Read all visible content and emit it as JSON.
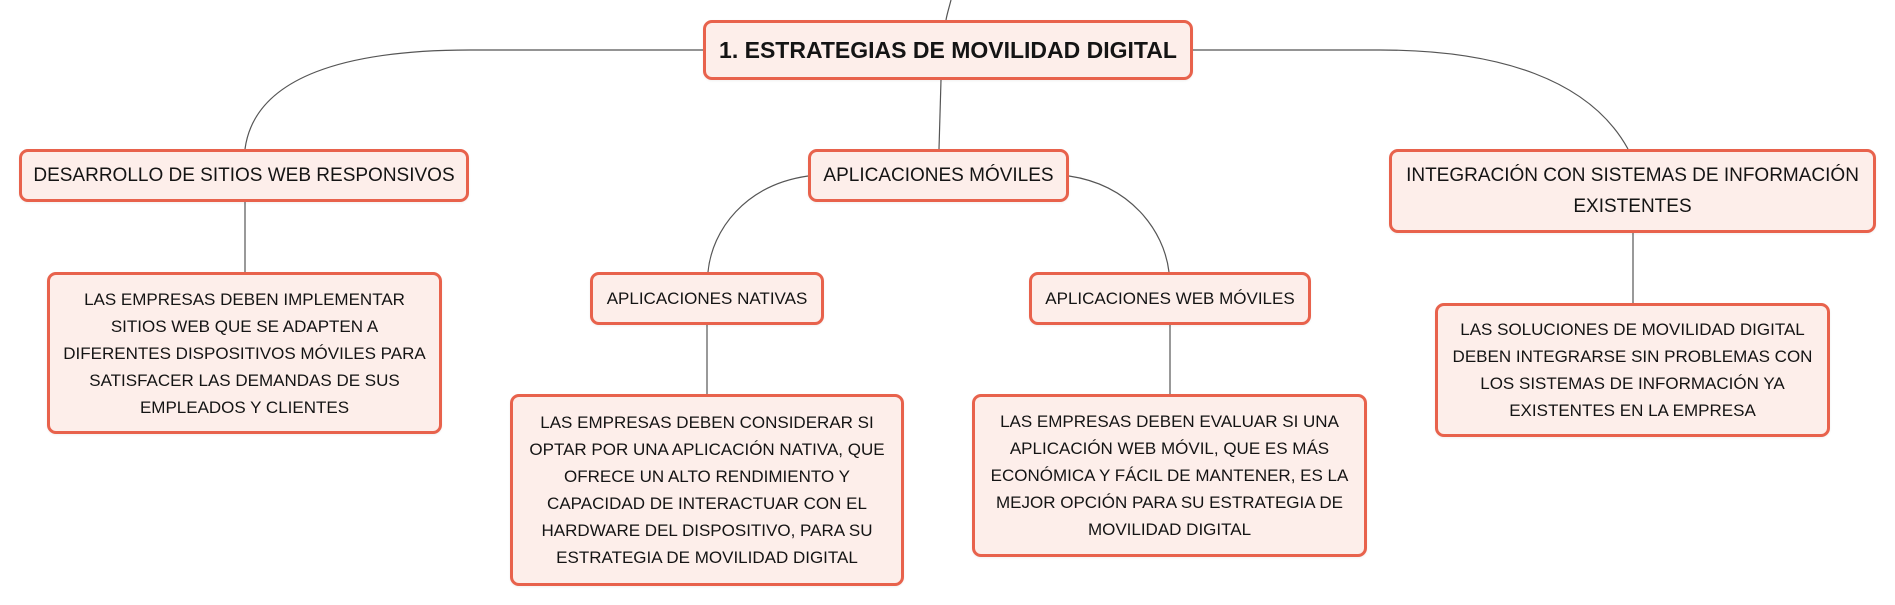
{
  "colors": {
    "node_fill": "#fdeeea",
    "node_border": "#e8624c",
    "connector": "#555555",
    "text": "#141414"
  },
  "root": {
    "label": "1. ESTRATEGIAS DE MOVILIDAD DIGITAL"
  },
  "branches": [
    {
      "label": "DESARROLLO DE SITIOS WEB RESPONSIVOS",
      "detail": "LAS EMPRESAS DEBEN IMPLEMENTAR SITIOS WEB QUE SE ADAPTEN A DIFERENTES DISPOSITIVOS MÓVILES PARA SATISFACER LAS DEMANDAS DE SUS EMPLEADOS Y CLIENTES"
    },
    {
      "label": "APLICACIONES MÓVILES",
      "children": [
        {
          "label": "APLICACIONES NATIVAS",
          "detail": "LAS EMPRESAS DEBEN CONSIDERAR SI OPTAR POR UNA APLICACIÓN NATIVA, QUE OFRECE UN ALTO RENDIMIENTO Y CAPACIDAD DE INTERACTUAR CON EL HARDWARE DEL DISPOSITIVO, PARA SU ESTRATEGIA DE MOVILIDAD DIGITAL"
        },
        {
          "label": "APLICACIONES WEB MÓVILES",
          "detail": "LAS EMPRESAS DEBEN EVALUAR SI UNA APLICACIÓN WEB MÓVIL, QUE ES MÁS ECONÓMICA Y FÁCIL DE MANTENER, ES LA MEJOR OPCIÓN PARA SU ESTRATEGIA DE MOVILIDAD DIGITAL"
        }
      ]
    },
    {
      "label": "INTEGRACIÓN CON SISTEMAS DE INFORMACIÓN EXISTENTES",
      "detail": "LAS SOLUCIONES DE MOVILIDAD DIGITAL DEBEN INTEGRARSE SIN PROBLEMAS CON LOS SISTEMAS DE INFORMACIÓN YA EXISTENTES EN LA EMPRESA"
    }
  ]
}
